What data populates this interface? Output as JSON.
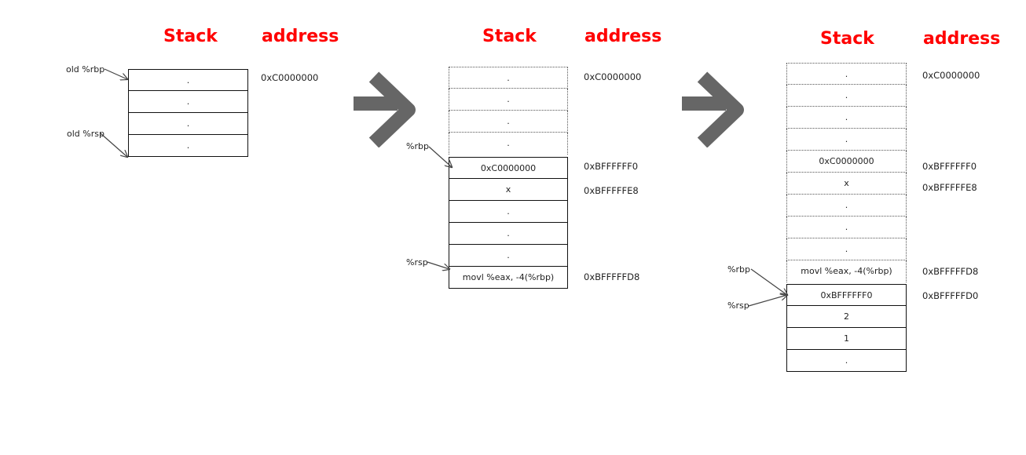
{
  "headers": {
    "stack": "Stack",
    "address": "address"
  },
  "panel1": {
    "cells": [
      ".",
      ".",
      ".",
      "."
    ],
    "addresses": [
      "0xC0000000"
    ],
    "registers": [
      "old %rbp",
      "old %rsp"
    ]
  },
  "panel2": {
    "cells": [
      ".",
      ".",
      ".",
      ".",
      "0xC0000000",
      "x",
      ".",
      ".",
      ".",
      "movl %eax, -4(%rbp)"
    ],
    "addresses": [
      "0xC0000000",
      "0xBFFFFFF0",
      "0xBFFFFFE8",
      "0xBFFFFFD8"
    ],
    "registers": [
      "%rbp",
      "%rsp"
    ]
  },
  "panel3": {
    "cells": [
      ".",
      ".",
      ".",
      ".",
      "0xC0000000",
      "x",
      ".",
      ".",
      ".",
      "movl %eax, -4(%rbp)",
      "0xBFFFFFF0",
      "2",
      "1",
      "."
    ],
    "addresses": [
      "0xC0000000",
      "0xBFFFFFF0",
      "0xBFFFFFE8",
      "0xBFFFFFD8",
      "0xBFFFFFD0"
    ],
    "registers": [
      "%rbp",
      "%rsp"
    ]
  },
  "colors": {
    "header": "#ff0000",
    "arrow": "#666666"
  },
  "icons": [
    "right-arrow-icon",
    "right-arrow-icon"
  ]
}
